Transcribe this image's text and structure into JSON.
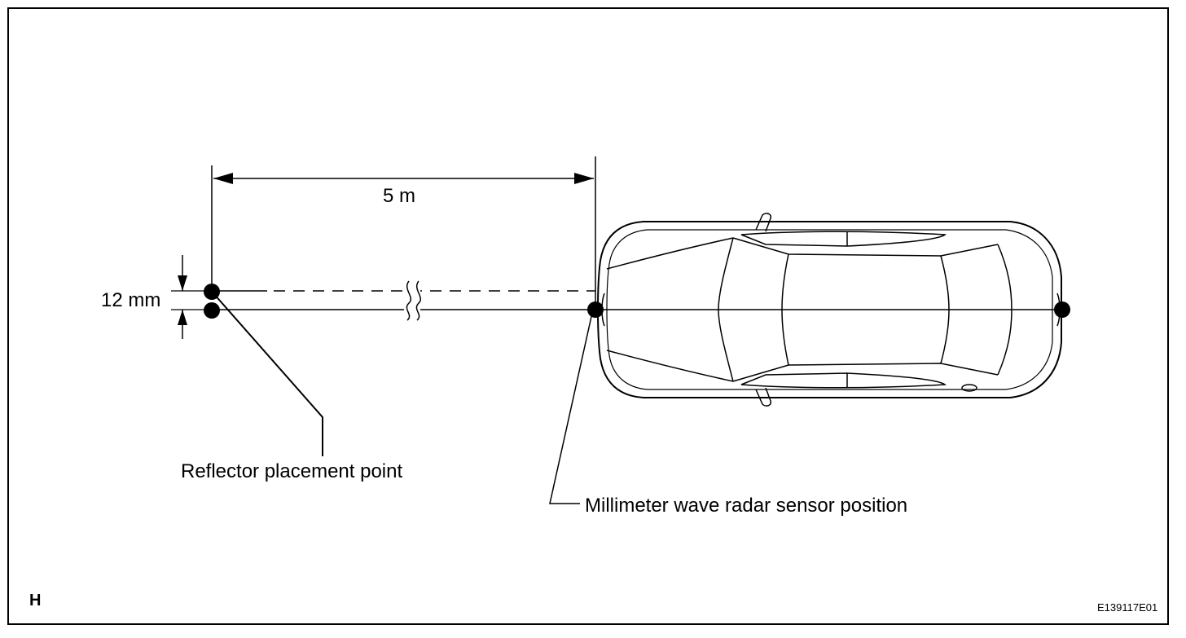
{
  "diagram": {
    "distance_label": "5 m",
    "offset_label": "12 mm",
    "reflector_label": "Reflector placement point",
    "sensor_label": "Millimeter wave radar sensor position",
    "corner_letter": "H",
    "figure_code": "E139117E01"
  },
  "colors": {
    "ink": "#000000",
    "background": "#ffffff"
  }
}
